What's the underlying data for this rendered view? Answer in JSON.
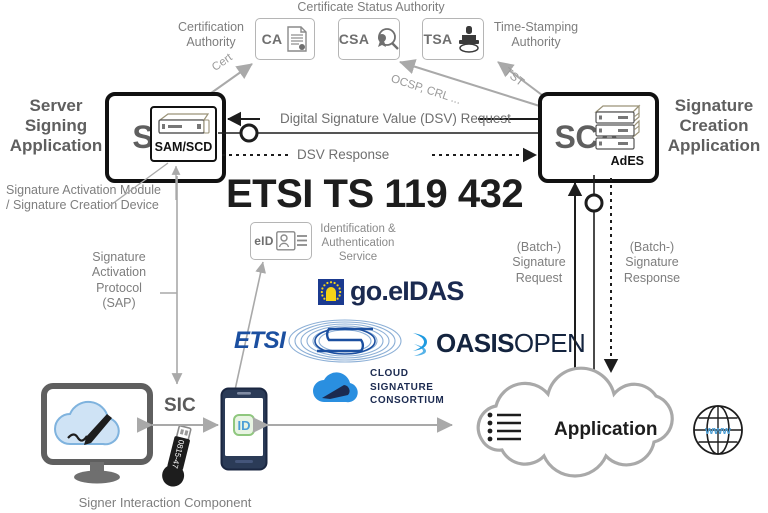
{
  "title": "ETSI TS 119 432",
  "colors": {
    "gray_line": "#a9a9a9",
    "dark_line": "#1d1d1d",
    "box_border": "#b5b5b5",
    "main_border": "#111111",
    "text_gray": "#8c8c8c",
    "etsi_blue": "#1b4fa0",
    "oasis_blue": "#1e9ae0",
    "oasis_navy": "#14243f",
    "csc_blue": "#2a8fe0",
    "eidas_blue": "#1b3a8f",
    "eidas_yellow": "#f5d417"
  },
  "authorities": [
    {
      "id": "ca",
      "tag": "CA",
      "icon": "certificate-document-icon",
      "label": "Certification\nAuthority",
      "label_lines": [
        "Certification",
        "Authority"
      ]
    },
    {
      "id": "csa",
      "tag": "CSA",
      "icon": "seal-magnifier-icon",
      "label": "Certificate Status Authority",
      "label_lines": [
        "Certificate Status Authority"
      ]
    },
    {
      "id": "tsa",
      "tag": "TSA",
      "icon": "rubber-stamp-icon",
      "label": "Time-Stamping\nAuthority",
      "label_lines": [
        "Time-Stamping",
        "Authority"
      ]
    }
  ],
  "authority_flows": [
    {
      "id": "cert",
      "label": "Cert"
    },
    {
      "id": "ocsp-crl",
      "label": "OCSP, CRL ..."
    },
    {
      "id": "tst",
      "label": "TST"
    }
  ],
  "ssa": {
    "tag": "SSA",
    "side_title_lines": [
      "Server",
      "Signing",
      "Application"
    ],
    "inner_tag": "SAM/SCD",
    "inner_icon": "hsm-appliance-icon",
    "note_lines": [
      "Signature Activation Module",
      "/ Signature Creation Device"
    ]
  },
  "sca": {
    "tag": "SCA",
    "side_title_lines": [
      "Signature",
      "Creation",
      "Application"
    ],
    "inner_tag": "AdES",
    "inner_icon": "server-stack-icon"
  },
  "flows": {
    "dsv_request": "Digital Signature Value (DSV) Request",
    "dsv_response": "DSV Response",
    "sap_lines": [
      "Signature",
      "Activation",
      "Protocol",
      "(SAP)"
    ],
    "batch_request_lines": [
      "(Batch-)",
      "Signature",
      "Request"
    ],
    "batch_response_lines": [
      "(Batch-)",
      "Signature",
      "Response"
    ]
  },
  "eid": {
    "tag": "eID",
    "icon": "id-card-icon",
    "label_lines": [
      "Identification &",
      "Authentication",
      "Service"
    ]
  },
  "logos": [
    {
      "id": "go-eidas",
      "text": "go.eIDAS",
      "icon": "eu-gate-icon"
    },
    {
      "id": "etsi",
      "text": "ETSI",
      "icon": "etsi-globe-icon"
    },
    {
      "id": "oasis",
      "text": "OASIS OPEN",
      "text_bold": "OASIS",
      "text_light": "OPEN",
      "icon": "oasis-ribbon-icon"
    },
    {
      "id": "csc",
      "text": "CLOUD SIGNATURE CONSORTIUM",
      "lines": [
        "CLOUD",
        "SIGNATURE",
        "CONSORTIUM"
      ],
      "icon": "cloud-signature-icon"
    }
  ],
  "sic": {
    "tag": "SIC",
    "caption": "Signer Interaction Component",
    "devices": [
      {
        "id": "desktop",
        "icon": "monitor-cloud-signature-icon"
      },
      {
        "id": "token",
        "icon": "usb-token-icon",
        "text": "0815-47"
      },
      {
        "id": "phone",
        "icon": "smartphone-id-icon",
        "badge": "ID"
      }
    ]
  },
  "application": {
    "label": "Application",
    "icons": [
      "list-lines-icon",
      "www-globe-icon"
    ],
    "globe_text": "www"
  }
}
